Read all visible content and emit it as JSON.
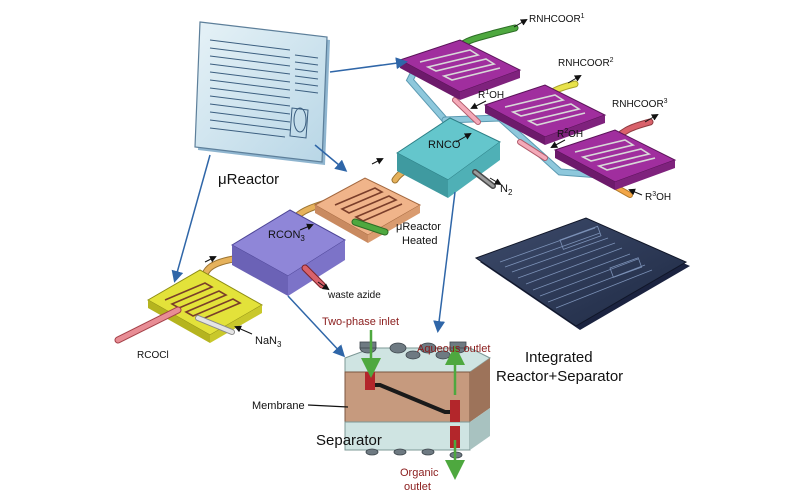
{
  "labels": {
    "micro_reactor": "μReactor",
    "product1": "RNHCOOR",
    "product1_sup": "1",
    "product2": "RNHCOOR",
    "product2_sup": "2",
    "product3": "RNHCOOR",
    "product3_sup": "3",
    "alcohol1": "R",
    "alcohol1_sup": "1",
    "alcohol1_tail": "OH",
    "alcohol2": "R",
    "alcohol2_sup": "2",
    "alcohol2_tail": "OH",
    "alcohol3": "R",
    "alcohol3_sup": "3",
    "alcohol3_tail": "OH",
    "isocyanate": "RNCO",
    "nitrogen": "N",
    "nitrogen_sub": "2",
    "reactor_heated_1": "μReactor",
    "reactor_heated_2": "Heated",
    "acyl_azide": "RCON",
    "acyl_azide_sub": "3",
    "waste_azide": "waste azide",
    "acid_chloride": "RCOCl",
    "sodium_azide": "NaN",
    "sodium_azide_sub": "3",
    "two_phase_inlet": "Two-phase inlet",
    "aqueous_outlet": "Aqueous outlet",
    "membrane": "Membrane",
    "separator": "Separator",
    "organic_outlet_1": "Organic",
    "organic_outlet_2": "outlet",
    "integrated_1": "Integrated",
    "integrated_2": "Reactor+Separator"
  },
  "colors": {
    "yellow_chip": "#e3e23a",
    "lavender_chip": "#8f86d8",
    "peach_chip": "#f0b48a",
    "teal_chip": "#64c6cc",
    "magenta_chip": "#a02e9e",
    "arrow_blue": "#2f66a8",
    "tube_gold": "#e6b25c",
    "tube_blue": "#8ec8dc",
    "tube_red": "#d9626b",
    "tube_green": "#4ea83f",
    "tube_yellow": "#e8e24b",
    "separator_body": "#c69a7e",
    "separator_glass": "#cfe4e2",
    "callout_red": "#8a1c1c"
  }
}
